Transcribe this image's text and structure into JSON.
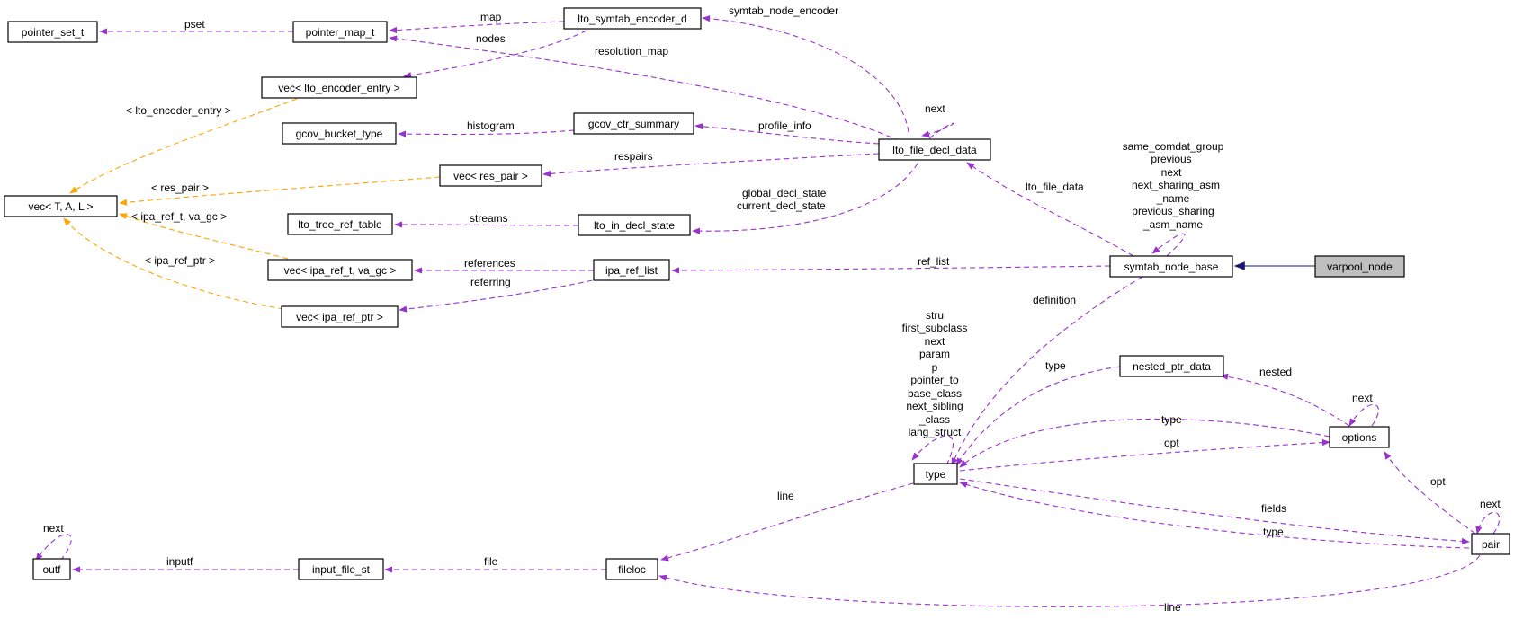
{
  "colors": {
    "usage": "#9a32cd",
    "template": "#ffa500",
    "inherit": "#191970",
    "highlight_fill": "#bfbfbf"
  },
  "nodes": {
    "pointer_set_t": "pointer_set_t",
    "pointer_map_t": "pointer_map_t",
    "lto_symtab_encoder_d": "lto_symtab_encoder_d",
    "vec_lto_encoder_entry": "vec< lto_encoder_entry >",
    "gcov_bucket_type": "gcov_bucket_type",
    "gcov_ctr_summary": "gcov_ctr_summary",
    "lto_file_decl_data": "lto_file_decl_data",
    "vec_res_pair": "vec< res_pair >",
    "vec_T_A_L": "vec< T, A, L >",
    "lto_tree_ref_table": "lto_tree_ref_table",
    "lto_in_decl_state": "lto_in_decl_state",
    "vec_ipa_ref_t": "vec< ipa_ref_t, va_gc >",
    "ipa_ref_list": "ipa_ref_list",
    "vec_ipa_ref_ptr": "vec< ipa_ref_ptr >",
    "symtab_node_base": "symtab_node_base",
    "varpool_node": "varpool_node",
    "nested_ptr_data": "nested_ptr_data",
    "options": "options",
    "type": "type",
    "pair": "pair",
    "outf": "outf",
    "input_file_st": "input_file_st",
    "fileloc": "fileloc"
  },
  "edge_labels": {
    "pset": "pset",
    "map": "map",
    "nodes": "nodes",
    "symtab_node_encoder": "symtab_node_encoder",
    "resolution_map": "resolution_map",
    "next_lto": "next",
    "lto_encoder_entry": "< lto_encoder_entry >",
    "histogram": "histogram",
    "profile_info": "profile_info",
    "respairs": "respairs",
    "res_pair": "< res_pair >",
    "ipa_ref_t_va_gc": "< ipa_ref_t, va_gc >",
    "ipa_ref_ptr": "< ipa_ref_ptr >",
    "streams": "streams",
    "decl_state": [
      "global_decl_state",
      "current_decl_state"
    ],
    "lto_file_data": "lto_file_data",
    "symtab_self": [
      "same_comdat_group",
      "previous",
      "next",
      "next_sharing_asm",
      "_name",
      "previous_sharing",
      "_asm_name"
    ],
    "references": "references",
    "referring": "referring",
    "ref_list": "ref_list",
    "definition": "definition",
    "type_self": [
      "stru",
      "first_subclass",
      "next",
      "param",
      "p",
      "pointer_to",
      "base_class",
      "next_sibling",
      "_class",
      "lang_struct"
    ],
    "type_nested": "type",
    "nested": "nested",
    "next_options": "next",
    "type_options": "type",
    "opt_options": "opt",
    "opt_pair": "opt",
    "next_pair": "next",
    "fields": "fields",
    "type_pair": "type",
    "line_type": "line",
    "next_outf": "next",
    "inputf": "inputf",
    "file": "file",
    "line_pair": "line"
  }
}
